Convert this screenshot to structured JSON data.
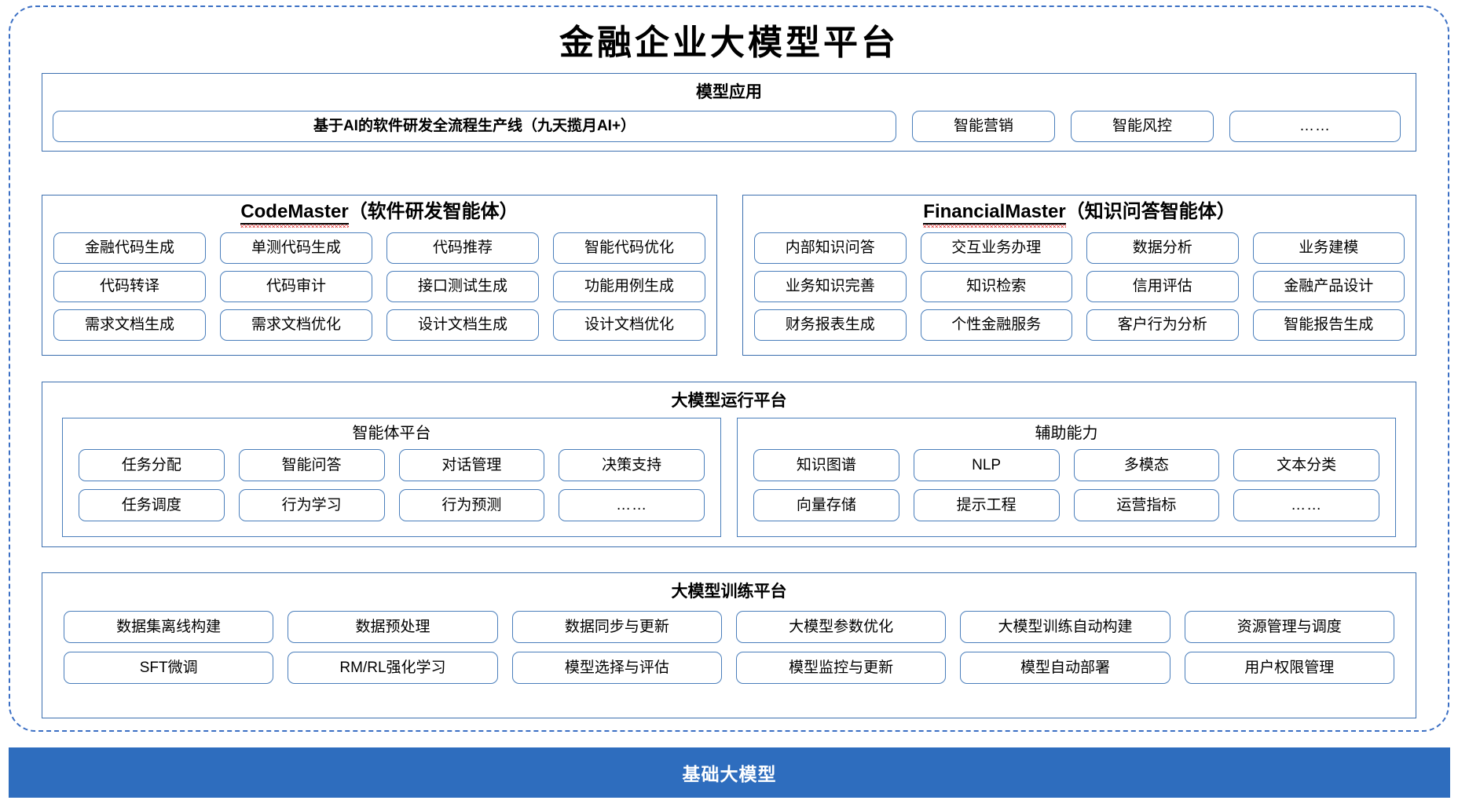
{
  "page": {
    "title": "金融企业大模型平台",
    "accent_blue": "#2E6DBE",
    "box_border_blue": "#4A7EBB",
    "frame_dashed_blue": "#3B6FC4"
  },
  "model_application": {
    "title": "模型应用",
    "items": [
      {
        "label": "基于AI的软件研发全流程生产线（九天揽月AI+）",
        "emphasis": "bold"
      },
      {
        "label": "智能营销",
        "emphasis": "normal"
      },
      {
        "label": "智能风控",
        "emphasis": "normal"
      },
      {
        "label": "……",
        "emphasis": "normal"
      }
    ]
  },
  "agents": [
    {
      "name_latin": "CodeMaster",
      "name_cn": "（软件研发智能体）",
      "spellcheck_underline": true,
      "rows": [
        [
          "金融代码生成",
          "单测代码生成",
          "代码推荐",
          "智能代码优化"
        ],
        [
          "代码转译",
          "代码审计",
          "接口测试生成",
          "功能用例生成"
        ],
        [
          "需求文档生成",
          "需求文档优化",
          "设计文档生成",
          "设计文档优化"
        ]
      ]
    },
    {
      "name_latin": "FinancialMaster",
      "name_cn": "（知识问答智能体）",
      "spellcheck_underline": true,
      "rows": [
        [
          "内部知识问答",
          "交互业务办理",
          "数据分析",
          "业务建模"
        ],
        [
          "业务知识完善",
          "知识检索",
          "信用评估",
          "金融产品设计"
        ],
        [
          "财务报表生成",
          "个性金融服务",
          "客户行为分析",
          "智能报告生成"
        ]
      ]
    }
  ],
  "runtime_platform": {
    "title": "大模型运行平台",
    "groups": [
      {
        "title": "智能体平台",
        "rows": [
          [
            "任务分配",
            "智能问答",
            "对话管理",
            "决策支持"
          ],
          [
            "任务调度",
            "行为学习",
            "行为预测",
            "……"
          ]
        ]
      },
      {
        "title": "辅助能力",
        "rows": [
          [
            "知识图谱",
            "NLP",
            "多模态",
            "文本分类"
          ],
          [
            "向量存储",
            "提示工程",
            "运营指标",
            "……"
          ]
        ]
      }
    ]
  },
  "training_platform": {
    "title": "大模型训练平台",
    "rows": [
      [
        "数据集离线构建",
        "数据预处理",
        "数据同步与更新",
        "大模型参数优化",
        "大模型训练自动构建",
        "资源管理与调度"
      ],
      [
        "SFT微调",
        "RM/RL强化学习",
        "模型选择与评估",
        "模型监控与更新",
        "模型自动部署",
        "用户权限管理"
      ]
    ]
  },
  "foundation": {
    "label": "基础大模型"
  }
}
